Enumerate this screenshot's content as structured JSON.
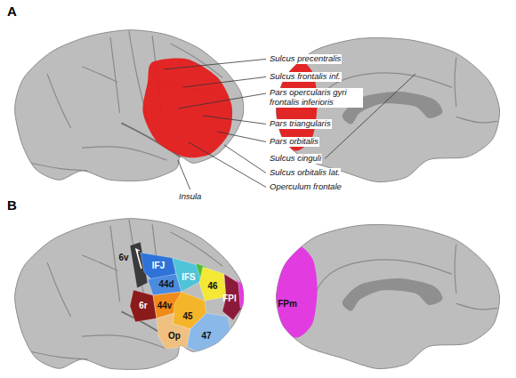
{
  "diagram": {
    "labels": [
      "A",
      "Sulcus precentralis",
      "Sulcus frontalis inf.",
      "Pars opercularis gyri frontalis inferioris",
      "Pars triangularis",
      "Pars orbitalis",
      "Sulcus cinguli",
      "Sulcus orbitalis lat.",
      "Operculum frontale",
      "Insula",
      "B",
      "6v",
      "IFJ",
      "44d",
      "IFS",
      "46",
      "6r",
      "44v",
      "45",
      "FPl",
      "Op",
      "47",
      "FPm"
    ]
  }
}
